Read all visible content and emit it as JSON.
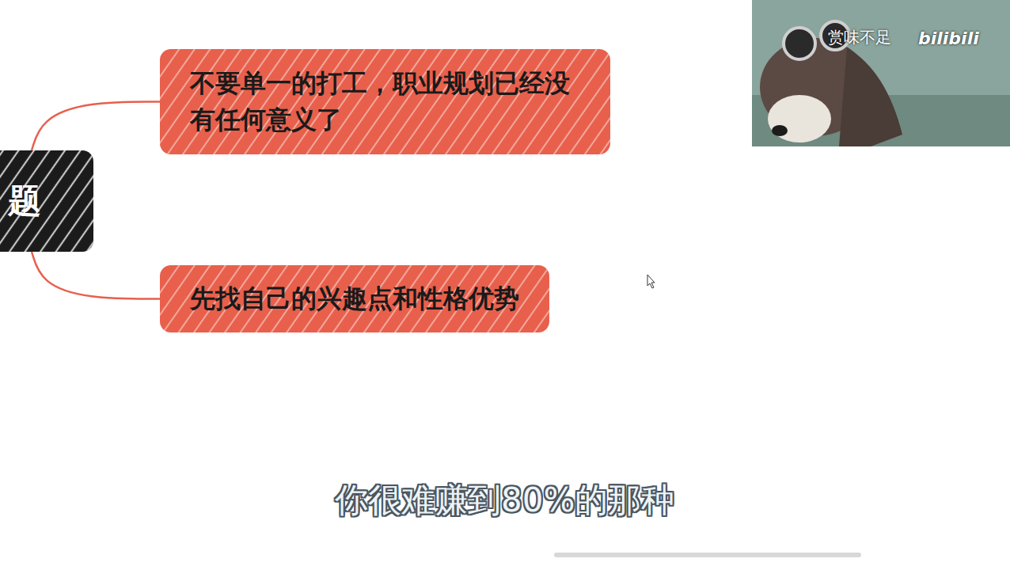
{
  "diagram": {
    "nodes": [
      {
        "text": [
          "题"
        ]
      },
      {
        "text": [
          "不要单一的打工，职业规划已经没 有任何意义了"
        ]
      },
      {
        "text": [
          "先找自己的兴趣点和性格优势"
        ]
      }
    ],
    "edges": [
      {
        "from": 0,
        "to": 1,
        "arrow": "none"
      },
      {
        "from": 0,
        "to": 2,
        "arrow": "none"
      }
    ],
    "labels": [
      "赏味不足",
      "bilibili",
      "你很难赚到80%的那种"
    ]
  }
}
